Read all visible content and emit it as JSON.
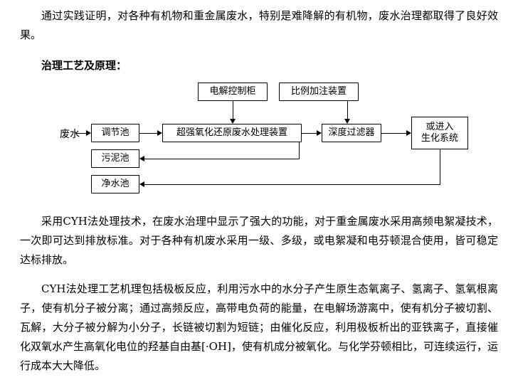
{
  "document": {
    "para1": "通过实践证明，对各种有机物和重金属废水，特别是难降解的有机物，废水治理都取得了良好效果。",
    "heading": "治理工艺及原理：",
    "para2": "采用CYH法处理技术，在废水治理中显示了强大的功能，对于重金属废水采用高频电絮凝技术，一次即可达到排放标准。对于各种有机废水采用一级、多级，或电絮凝和电芬顿混合使用，皆可稳定达标排放。",
    "para3": "CYH法处理工艺机理包括极板反应，利用污水中的水分子产生原生态氧离子、氢离子、氢氧根离子，使有机分子被分离；通过高频反应，高带电负荷的能量，在电解场游离中，使有机分子被切割、瓦解，大分子被分解为小分子，长链被切割为短链；由催化反应，利用极板析出的亚铁离子，直接催化双氧水产生高氧化电位的羟基自由基[·OH]，使有机成分被氧化。与化学芬顿相比，可连续运行，运行成本大大降低。"
  },
  "diagram": {
    "source_label": "废水",
    "control_cabinet": "电解控制柜",
    "dosing_device": "比例加注装置",
    "regulating_tank": "调节池",
    "treatment_device": "超强氧化还原废水处理装置",
    "depth_filter": "深度过滤器",
    "biochemical_line1": "或进入",
    "biochemical_line2": "生化系统",
    "sludge_tank": "污泥池",
    "clean_water_tank": "净水池"
  }
}
